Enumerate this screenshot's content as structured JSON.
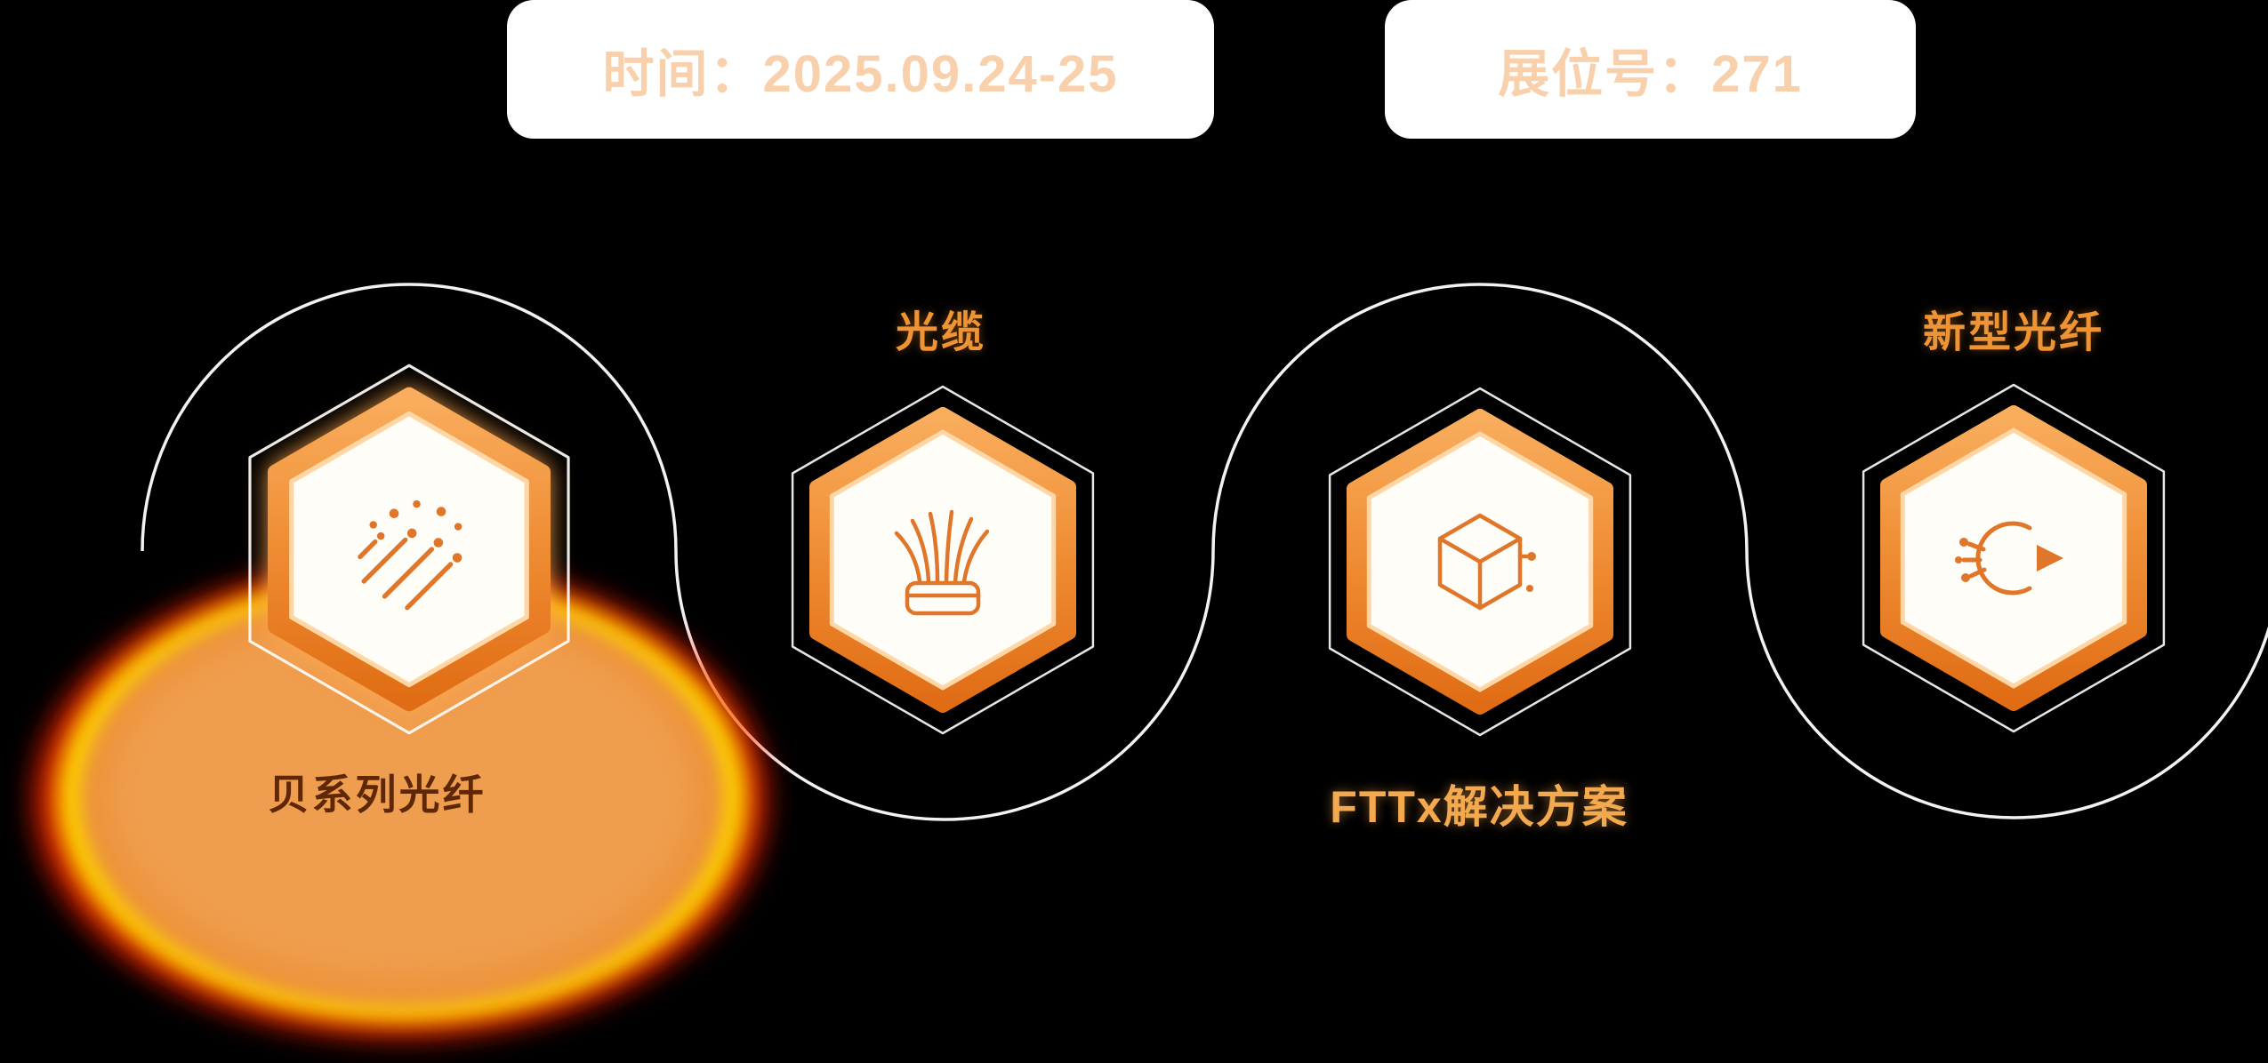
{
  "badges": [
    {
      "label": "时间：2025.09.24-25"
    },
    {
      "label": "展位号：271"
    }
  ],
  "nodes": [
    {
      "label": "贝系列光纤",
      "label_position": "below",
      "icon": "fiber-stream-icon",
      "highlighted": true
    },
    {
      "label": "光缆",
      "label_position": "above",
      "icon": "optical-cable-icon",
      "highlighted": false
    },
    {
      "label": "FTTx解决方案",
      "label_position": "below",
      "icon": "hex-circuit-icon",
      "highlighted": false
    },
    {
      "label": "新型光纤",
      "label_position": "above",
      "icon": "circuit-arrow-icon",
      "highlighted": false
    }
  ],
  "colors": {
    "background": "#000000",
    "badge_bg": "#ffffff",
    "badge_text": "#f8d1ac",
    "connector_line": "#ffffff",
    "hex_ring_orange": "#e8822a",
    "hex_rim_light": "#ffd7a6",
    "hex_face": "#fffdf8",
    "icon_orange": "#e0762a",
    "glow_core_orange": "#ec9138",
    "glow_ring_yellow": "#ffdf00",
    "glow_ring_red": "#ff2400",
    "label_dark": "#5e2706",
    "label_orange": "#ef9434"
  }
}
